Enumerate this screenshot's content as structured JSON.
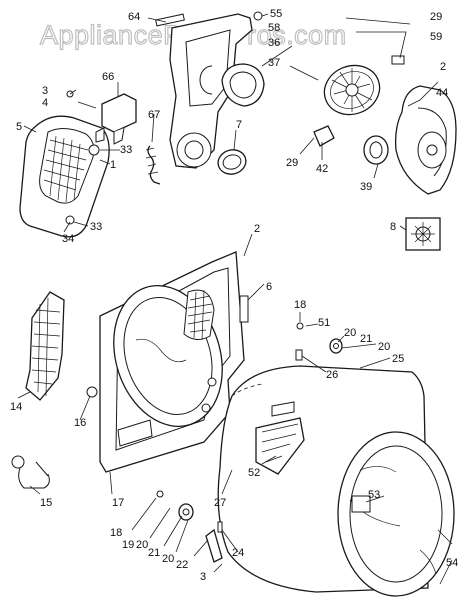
{
  "watermark": "AppliancePartsPros.com",
  "callouts": {
    "c64": "64",
    "c55": "55",
    "c29a": "29",
    "c58": "58",
    "c59": "59",
    "c36": "36",
    "c37": "37",
    "c2a": "2",
    "c44": "44",
    "c3a": "3",
    "c4": "4",
    "c66": "66",
    "c5": "5",
    "c67": "67",
    "c7": "7",
    "c33a": "33",
    "c1": "1",
    "c29b": "29",
    "c42": "42",
    "c39": "39",
    "c8": "8",
    "c33b": "33",
    "c34": "34",
    "c2b": "2",
    "c6": "6",
    "c18a": "18",
    "c51": "51",
    "c20a": "20",
    "c21a": "21",
    "c20b": "20",
    "c25": "25",
    "c26": "26",
    "c14": "14",
    "c16": "16",
    "c52": "52",
    "c27": "27",
    "c53": "53",
    "c15": "15",
    "c17": "17",
    "c18b": "18",
    "c19": "19",
    "c20c": "20",
    "c21b": "21",
    "c20d": "20",
    "c22": "22",
    "c24": "24",
    "c3b": "3",
    "c54": "54"
  }
}
